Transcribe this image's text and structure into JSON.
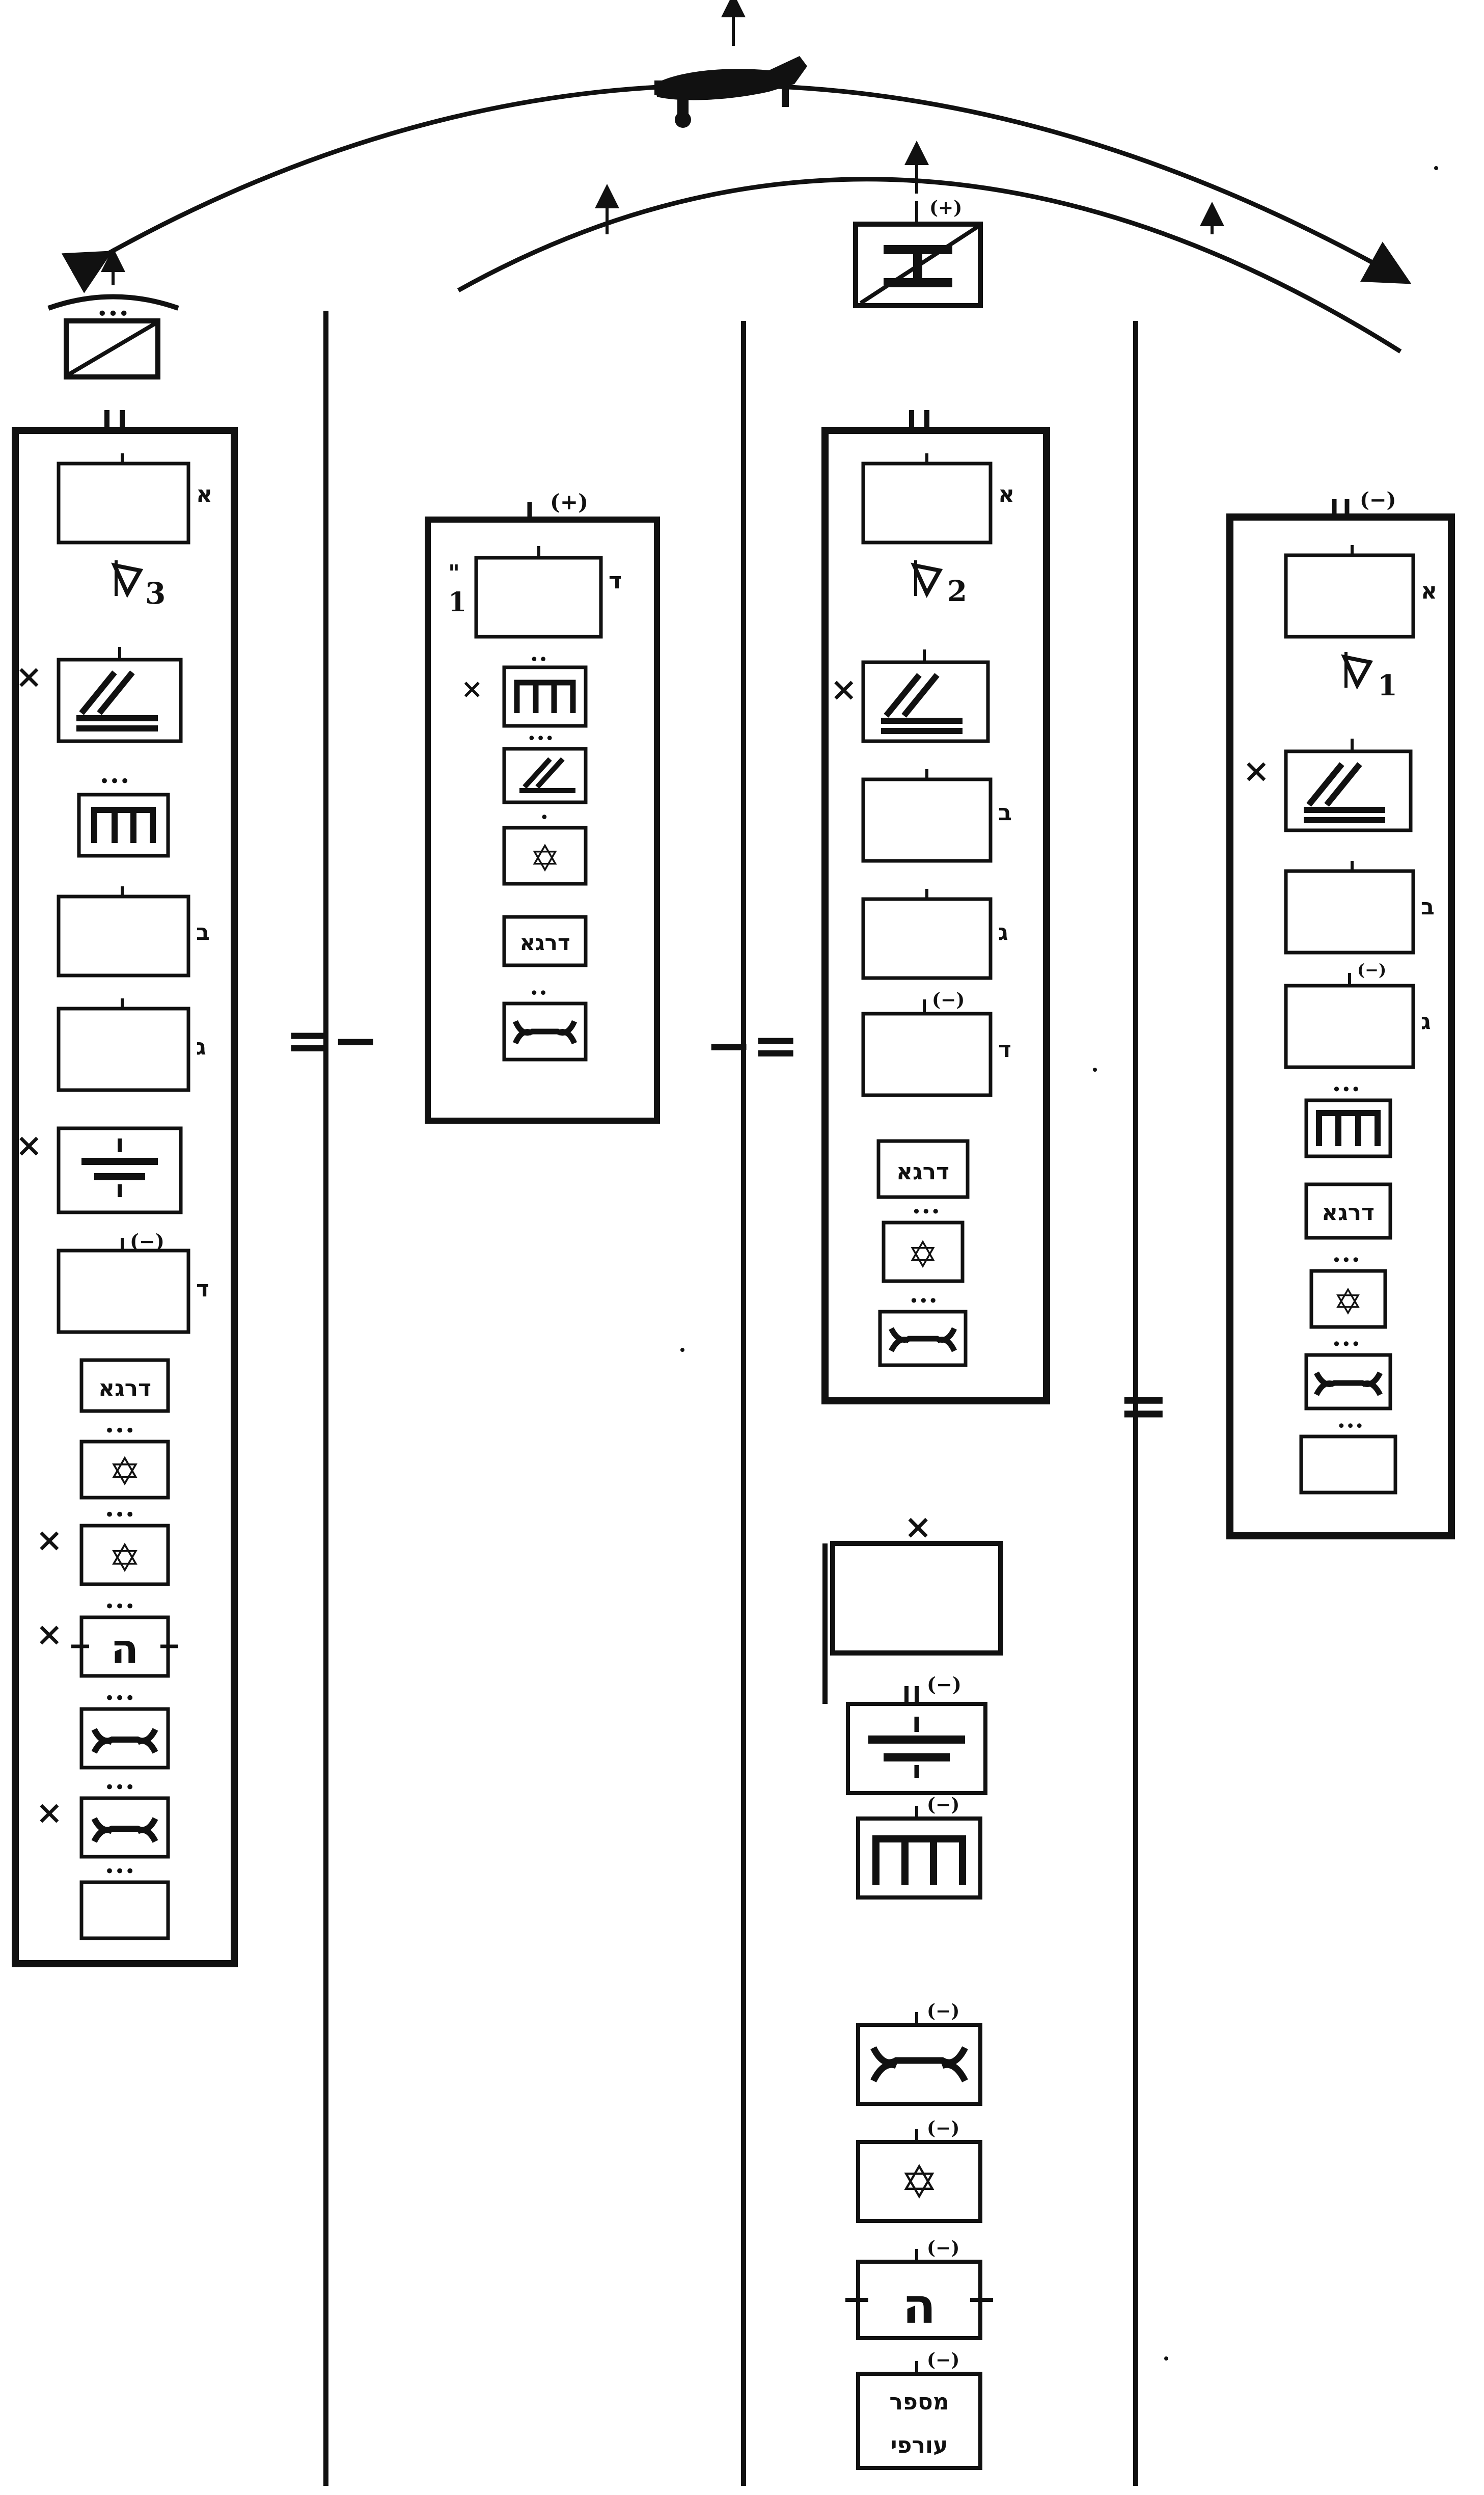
{
  "domain": "Diagram",
  "equations": {
    "op_eq_minus": "=−",
    "op_minus_eq": "−=",
    "op_eq": "="
  },
  "marks": {
    "plus": "(+)",
    "minus": "(−)",
    "x": "×",
    "dots": "•••",
    "dots2": "••"
  },
  "labels": {
    "alef": "א",
    "bet": "ב",
    "gimel": "ג",
    "dalet": "ד",
    "he": "ה",
    "daraga": "דרגא",
    "star": "✡",
    "num1": "1",
    "num2": "2",
    "num3": "3",
    "num_1_quote": "1",
    "quote": "\"",
    "mispar_line1": "מספר",
    "mispar_line2": "עורפי"
  },
  "icons": {
    "aircraft": "aircraft-icon",
    "airfield": "airfield-icon",
    "runway": "runway-icon",
    "flag": "flag-icon",
    "artillery": "artillery-icon",
    "engineer": "engineer-bridge-icon",
    "signal": "signal-icon",
    "maintenance": "maintenance-wrench-icon",
    "medical": "medical-star-icon",
    "transport": "transport-icon"
  }
}
